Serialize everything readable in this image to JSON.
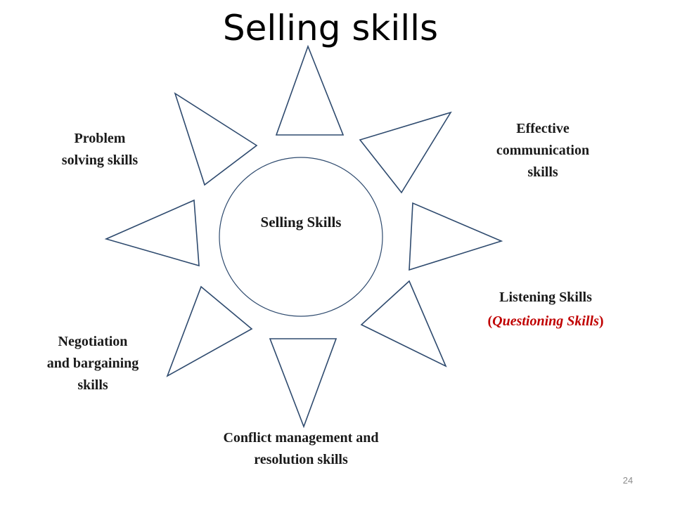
{
  "slide": {
    "title": "Selling skills",
    "page_number": "24"
  },
  "diagram": {
    "center": "Selling Skills",
    "labels": {
      "problem_solving": [
        "Problem",
        "solving skills"
      ],
      "effective_communication": [
        "Effective",
        "communication",
        "skills"
      ],
      "listening": "Listening Skills",
      "questioning": {
        "open": "(",
        "text": "Questioning Skills",
        "close": ")"
      },
      "negotiation": [
        "Negotiation",
        "and bargaining",
        "skills"
      ],
      "conflict": [
        "Conflict management and",
        "resolution skills"
      ]
    },
    "colors": {
      "shape_stroke": "#2e4a6e",
      "text": "#1a1a1a",
      "highlight": "#c00000"
    }
  }
}
